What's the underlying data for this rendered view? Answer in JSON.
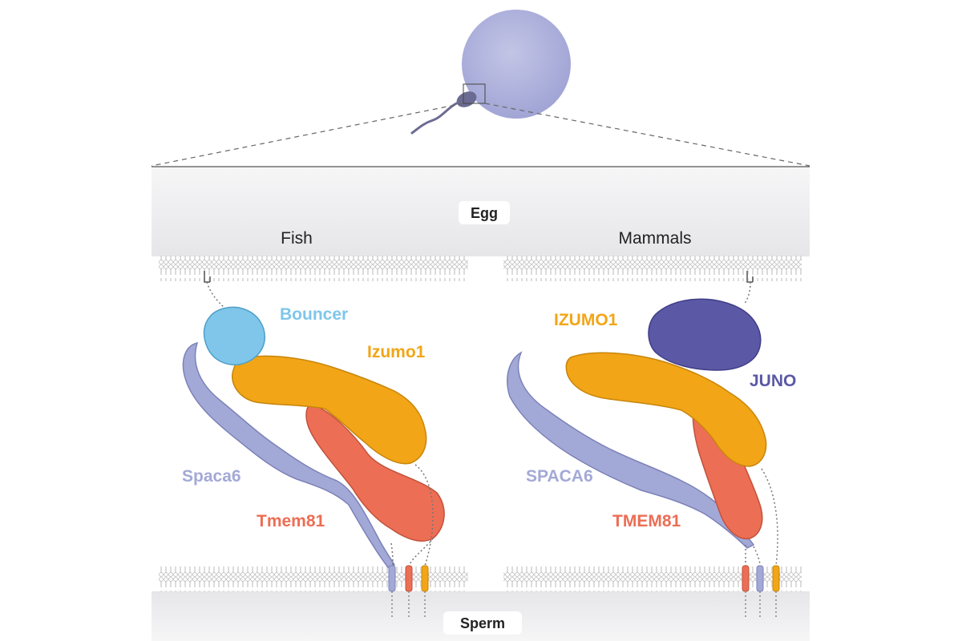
{
  "compartments": {
    "egg": "Egg",
    "sperm": "Sperm"
  },
  "panels": {
    "fish": {
      "title": "Fish",
      "labels": {
        "bouncer": "Bouncer",
        "izumo1": "Izumo1",
        "spaca6": "Spaca6",
        "tmem81": "Tmem81"
      }
    },
    "mammals": {
      "title": "Mammals",
      "labels": {
        "izumo1": "IZUMO1",
        "juno": "JUNO",
        "spaca6": "SPACA6",
        "tmem81": "TMEM81"
      }
    }
  },
  "colors": {
    "bouncer": "#7fc6ea",
    "izumo1": "#f2a516",
    "juno": "#5b58a6",
    "spaca6": "#a3a9d6",
    "tmem81": "#ec6e55",
    "egg": "#a5a8d6",
    "sperm": "#6b6b93",
    "membrane": "#c8c8c8",
    "compartment": "#e9e9ec"
  }
}
